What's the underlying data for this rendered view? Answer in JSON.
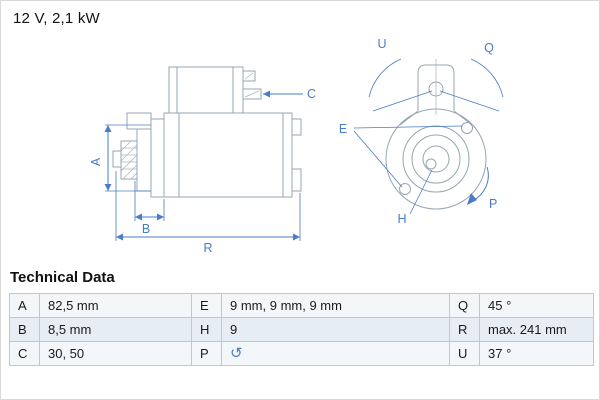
{
  "header": {
    "power_label": "12 V, 2,1 kW"
  },
  "diagram": {
    "labels": {
      "A": "A",
      "B": "B",
      "C": "C",
      "R": "R",
      "U": "U",
      "Q": "Q",
      "E": "E",
      "H": "H",
      "P": "P"
    }
  },
  "table": {
    "title": "Technical Data",
    "rows": [
      {
        "cells": [
          {
            "key": "A",
            "value": "82,5 mm"
          },
          {
            "key": "E",
            "value": "9 mm, 9 mm, 9 mm"
          },
          {
            "key": "Q",
            "value": "45 °"
          }
        ]
      },
      {
        "cells": [
          {
            "key": "B",
            "value": "8,5 mm"
          },
          {
            "key": "H",
            "value": "9"
          },
          {
            "key": "R",
            "value": "max. 241 mm"
          }
        ]
      },
      {
        "cells": [
          {
            "key": "C",
            "value": "30, 50"
          },
          {
            "key": "P",
            "value": "",
            "icon": "rotation-direction-icon",
            "glyph": "↺"
          },
          {
            "key": "U",
            "value": "37 °"
          }
        ]
      }
    ]
  },
  "colors": {
    "dimension_blue": "#4a7cc7",
    "part_gray": "#96a5b4",
    "table_border": "#b9c9d9"
  }
}
